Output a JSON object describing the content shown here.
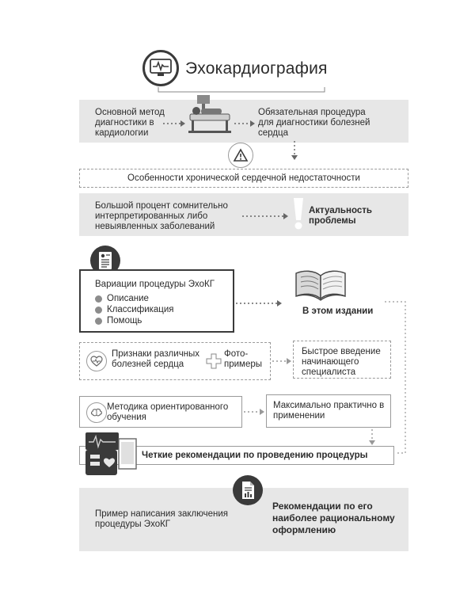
{
  "title": "Эхокардиография",
  "row1": {
    "left": "Основной метод диагностики в кардиологии",
    "right": "Обязательная процедура для диагностики болезней сердца"
  },
  "chronic": "Особенности хронической сердечной недостаточности",
  "row2": {
    "left": "Большой процент сомнительно интерпретированных либо невыявленных заболеваний",
    "right": "Актуальность проблемы"
  },
  "variations": {
    "title": "Вариации процедуры ЭхоКГ",
    "items": [
      "Описание",
      "Классификация",
      "Помощь"
    ]
  },
  "book_label": "В этом издании",
  "signs": {
    "left": "Признаки различных болезней сердца",
    "photo": "Фото-примеры"
  },
  "quick": "Быстрое введение начинающего специалиста",
  "method": "Методика ориентированного обучения",
  "practical": "Максимально практично в применении",
  "clear": "Четкие рекомендации по проведению процедуры",
  "bottom": {
    "left": "Пример написания заключения процедуры ЭхоКГ",
    "right": "Рекомендации по его наиболее рациональному оформлению"
  },
  "colors": {
    "band": "#e7e7e7",
    "icon_dark": "#3a3a3a",
    "line": "#8a8a8a"
  },
  "icons": [
    "ecg-monitor-icon",
    "hospital-bed-icon",
    "warning-icon",
    "exclamation-icon",
    "document-icon",
    "book-icon",
    "heart-icon",
    "plus-icon",
    "brain-icon",
    "ultrasound-device-icon",
    "report-icon"
  ]
}
